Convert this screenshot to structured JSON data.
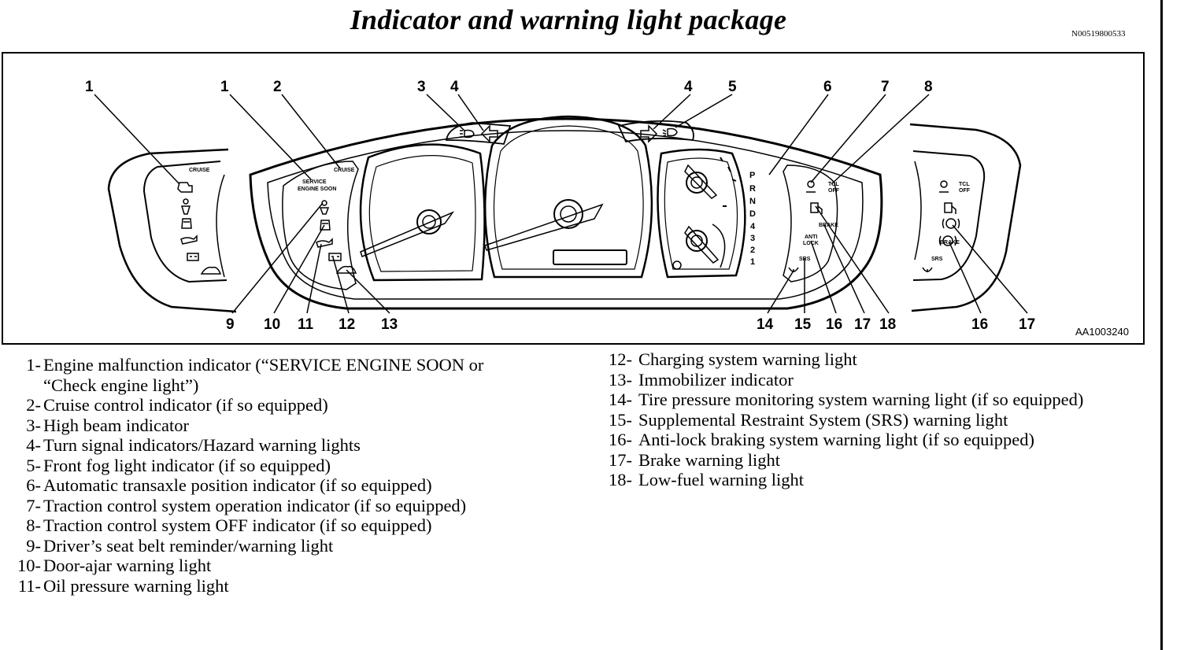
{
  "header": {
    "title": "Indicator and warning light package",
    "doc_code": "N00519800533"
  },
  "figure": {
    "code": "AA1003240",
    "callouts": [
      "1",
      "1",
      "2",
      "3",
      "4",
      "4",
      "5",
      "6",
      "7",
      "8",
      "9",
      "10",
      "11",
      "12",
      "13",
      "14",
      "15",
      "16",
      "17",
      "18",
      "16",
      "17"
    ],
    "panel_labels": {
      "cruise_left": "CRUISE",
      "cruise_center": "CRUISE",
      "service_1": "SERVICE",
      "service_2": "ENGINE SOON",
      "tcl_1": "TCL",
      "tcl_2": "OFF",
      "tcl_right_1": "TCL",
      "tcl_right_2": "OFF",
      "brake": "BRAKE",
      "brake_right": "BRAKE",
      "anti_1": "ANTI",
      "anti_2": "LOCK",
      "srs": "SRS",
      "srs_right": "SRS"
    },
    "gear_positions": [
      "P",
      "R",
      "N",
      "D",
      "4",
      "3",
      "2",
      "1"
    ]
  },
  "legend": {
    "left": [
      {
        "num": "1-",
        "text": "Engine malfunction indicator (“SERVICE ENGINE SOON or\n“Check engine light”)"
      },
      {
        "num": "2-",
        "text": "Cruise control indicator (if so equipped)"
      },
      {
        "num": "3-",
        "text": "High beam indicator"
      },
      {
        "num": "4-",
        "text": "Turn signal indicators/Hazard warning lights"
      },
      {
        "num": "5-",
        "text": "Front fog light indicator (if so equipped)"
      },
      {
        "num": "6-",
        "text": "Automatic transaxle position indicator (if so equipped)"
      },
      {
        "num": "7-",
        "text": "Traction control system operation indicator (if so equipped)"
      },
      {
        "num": "8-",
        "text": "Traction control system OFF indicator (if so equipped)"
      },
      {
        "num": "9-",
        "text": "Driver’s seat belt reminder/warning light"
      },
      {
        "num": "10-",
        "text": "Door-ajar warning light"
      },
      {
        "num": "11-",
        "text": "Oil pressure warning light"
      }
    ],
    "right": [
      {
        "num": "12-",
        "text": "Charging system warning light"
      },
      {
        "num": "13-",
        "text": "Immobilizer indicator"
      },
      {
        "num": "14-",
        "text": "Tire pressure monitoring system warning light (if so equipped)"
      },
      {
        "num": "15-",
        "text": "Supplemental Restraint System (SRS) warning light"
      },
      {
        "num": "16-",
        "text": "Anti-lock braking system warning light (if so equipped)"
      },
      {
        "num": "17-",
        "text": "Brake warning light"
      },
      {
        "num": "18-",
        "text": "Low-fuel warning light"
      }
    ]
  }
}
